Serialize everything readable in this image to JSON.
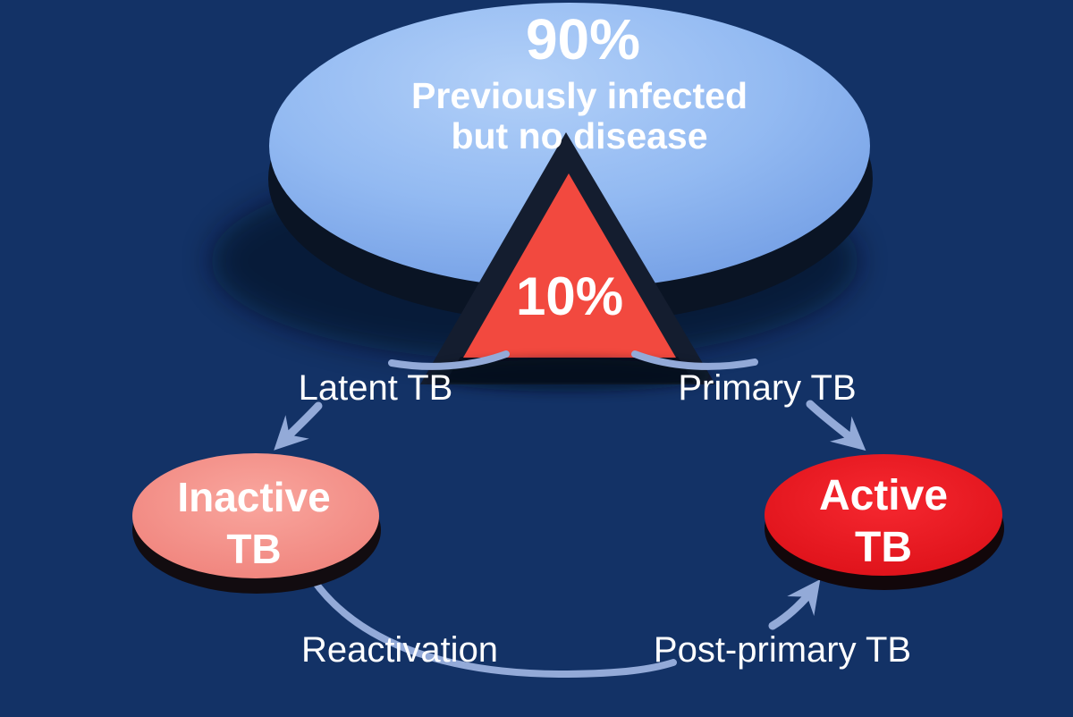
{
  "diagram": {
    "pie": {
      "major_percent": "90%",
      "major_caption_line1": "Previously infected",
      "major_caption_line2": "but no disease",
      "minor_percent": "10%"
    },
    "flow_labels": {
      "latent": "Latent TB",
      "primary": "Primary TB",
      "reactivation": "Reactivation",
      "post_primary": "Post-primary TB"
    },
    "nodes": {
      "inactive_tb": {
        "line1": "Inactive",
        "line2": "TB"
      },
      "active_tb": {
        "line1": "Active",
        "line2": "TB"
      }
    }
  },
  "colors": {
    "background": "#133266",
    "pie_blue": "#8fb6f0",
    "slice_red": "#f2493f",
    "inactive_pink": "#f4928b",
    "active_red": "#ec1a22",
    "arrow": "#93aad8",
    "text": "#ffffff"
  },
  "chart_data": {
    "type": "pie",
    "title": "",
    "slices": [
      {
        "label": "90% Previously infected but no disease",
        "value": 90,
        "color": "#8fb6f0"
      },
      {
        "label": "10%",
        "value": 10,
        "color": "#f2493f"
      }
    ],
    "legend_position": "none",
    "style": "3d-exploded"
  }
}
